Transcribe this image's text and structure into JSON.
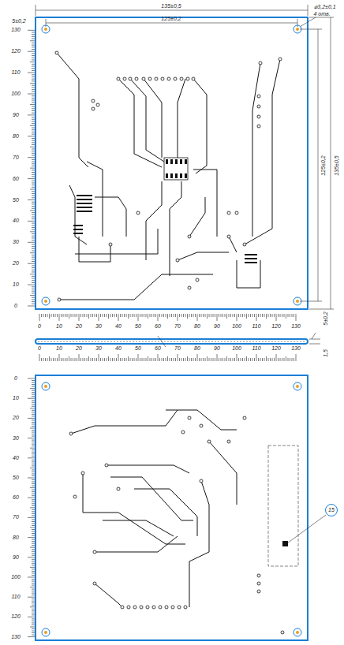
{
  "diagram": {
    "nodes": [
      {
        "text": [
          "15"
        ]
      }
    ],
    "labels": [
      "135±0,5",
      "125±0,2",
      "5±0,2",
      "⌀3,2±0,1",
      "4 отв.",
      "125±0,2",
      "135±0,5",
      "5±0,2",
      "1,5",
      "130",
      "120",
      "110",
      "100",
      "90",
      "80",
      "70",
      "60",
      "50",
      "40",
      "30",
      "20",
      "10",
      "0",
      "0",
      "10",
      "20",
      "30",
      "40",
      "50",
      "60",
      "70",
      "80",
      "90",
      "100",
      "110",
      "120",
      "130",
      "0",
      "10",
      "20",
      "30",
      "40",
      "50",
      "60",
      "70",
      "80",
      "90",
      "100",
      "110",
      "120",
      "130",
      "0",
      "10",
      "20",
      "30",
      "40",
      "50",
      "60",
      "70",
      "80",
      "90",
      "100",
      "110",
      "120",
      "130"
    ]
  }
}
